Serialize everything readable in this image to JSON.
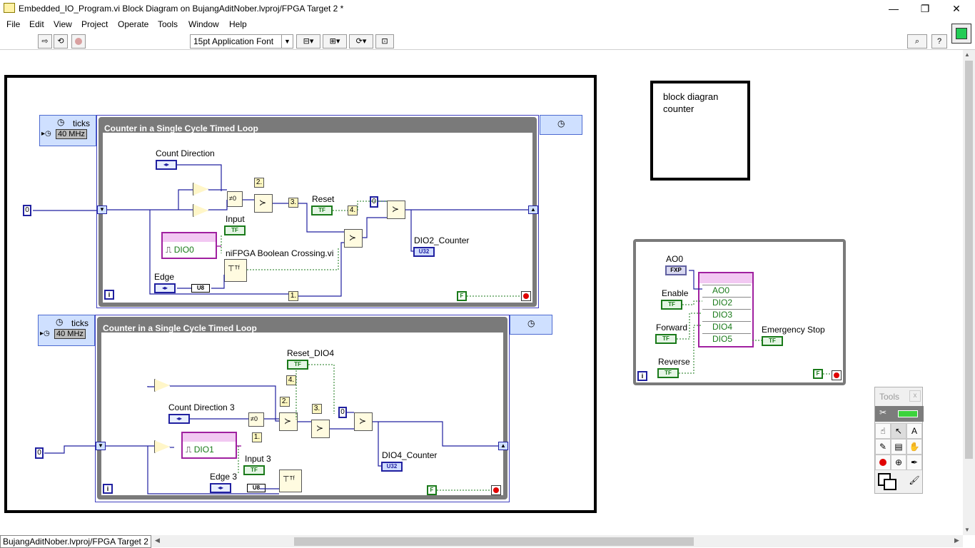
{
  "window": {
    "title": "Embedded_IO_Program.vi Block Diagram on BujangAditNober.lvproj/FPGA Target 2 *",
    "minimize": "—",
    "restore": "❐",
    "close": "✕"
  },
  "menu": [
    "File",
    "Edit",
    "View",
    "Project",
    "Operate",
    "Tools",
    "Window",
    "Help"
  ],
  "toolbar": {
    "font": "15pt Application Font",
    "run_icon": "run-arrow-icon",
    "help": "?"
  },
  "comment": {
    "line1": "block diagran",
    "line2": "counter"
  },
  "loop1": {
    "title": "Counter in a Single Cycle Timed Loop",
    "ticks": "ticks",
    "freq": "40 MHz",
    "count_direction": "Count Direction",
    "input": "Input",
    "dio": "DIO0",
    "crossing": "niFPGA Boolean Crossing.vi",
    "edge": "Edge",
    "reset": "Reset",
    "counter": "DIO2_Counter",
    "init": "0",
    "seq": [
      "2.",
      "3.",
      "4.",
      "1."
    ],
    "u8": "U8",
    "u32": "U32",
    "tf": "TF",
    "f": "F",
    "iter": "i",
    "zero": "0"
  },
  "loop2": {
    "title": "Counter in a Single Cycle Timed Loop",
    "ticks": "ticks",
    "freq": "40 MHz",
    "count_direction": "Count Direction 3",
    "input": "Input 3",
    "dio": "DIO1",
    "edge": "Edge 3",
    "reset": "Reset_DIO4",
    "counter": "DIO4_Counter",
    "init": "0",
    "seq": [
      "4.",
      "2.",
      "3.",
      "1."
    ],
    "u8": "U8",
    "u32": "U32",
    "tf": "TF",
    "f": "F",
    "iter": "i",
    "zero": "0"
  },
  "io_loop": {
    "ao0_label": "AO0",
    "ao0_type": "FXP",
    "enable": "Enable",
    "forward": "Forward",
    "reverse": "Reverse",
    "emergency": "Emergency Stop",
    "rows": [
      "AO0",
      "DIO2",
      "DIO3",
      "DIO4",
      "DIO5"
    ],
    "tf": "TF",
    "f": "F",
    "iter": "i"
  },
  "tools_palette": {
    "title": "Tools",
    "close": "x"
  },
  "status": "BujangAditNober.lvproj/FPGA Target 2"
}
